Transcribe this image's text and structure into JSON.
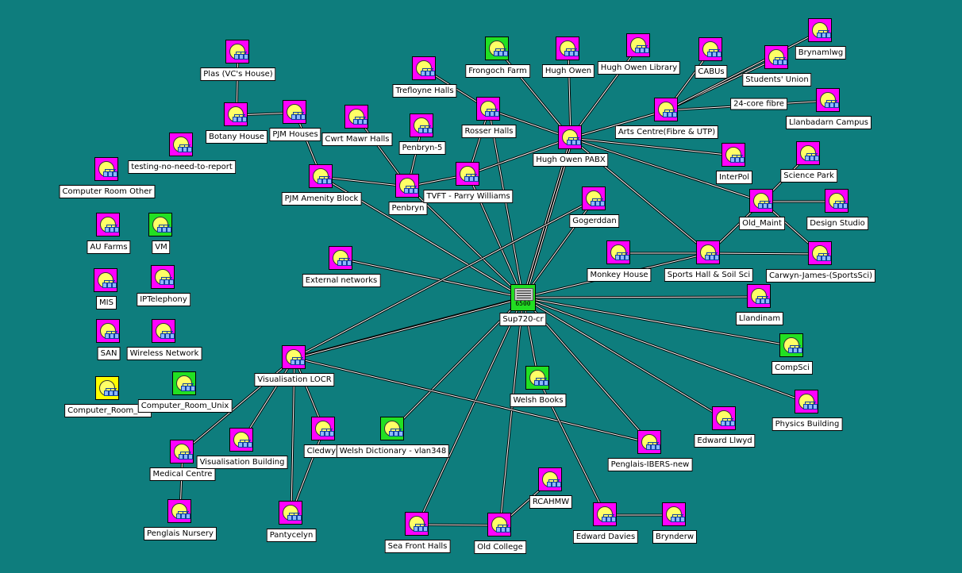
{
  "colors": {
    "background": "#0e7d7d",
    "node_magenta": "#ff00ff",
    "node_green": "#22e022",
    "node_yellow": "#ffff00",
    "link": "#ffffff"
  },
  "hub_label": "6500",
  "nodes": [
    {
      "id": "sup720",
      "label": "Sup720-cr",
      "color": "green",
      "kind": "switch"
    },
    {
      "id": "plas",
      "label": "Plas (VC's House)",
      "color": "magenta"
    },
    {
      "id": "botany",
      "label": "Botany House",
      "color": "magenta"
    },
    {
      "id": "pjmh",
      "label": "PJM Houses",
      "color": "magenta"
    },
    {
      "id": "testing",
      "label": "testing-no-need-to-report",
      "color": "magenta"
    },
    {
      "id": "cro",
      "label": "Computer Room Other",
      "color": "magenta"
    },
    {
      "id": "pjma",
      "label": "PJM Amenity Block",
      "color": "magenta"
    },
    {
      "id": "cwrt",
      "label": "Cwrt Mawr Halls",
      "color": "magenta"
    },
    {
      "id": "penbryn5",
      "label": "Penbryn-5",
      "color": "magenta"
    },
    {
      "id": "penbryn",
      "label": "Penbryn",
      "color": "magenta"
    },
    {
      "id": "trefloyne",
      "label": "Trefloyne Halls",
      "color": "magenta"
    },
    {
      "id": "frongoch",
      "label": "Frongoch Farm",
      "color": "green"
    },
    {
      "id": "rosser",
      "label": "Rosser Halls",
      "color": "magenta"
    },
    {
      "id": "tvft",
      "label": "TVFT - Parry Williams",
      "color": "magenta"
    },
    {
      "id": "hughowen",
      "label": "Hugh Owen",
      "color": "magenta"
    },
    {
      "id": "hol",
      "label": "Hugh Owen Library",
      "color": "magenta"
    },
    {
      "id": "pabx",
      "label": "Hugh Owen PABX",
      "color": "magenta"
    },
    {
      "id": "cabus",
      "label": "CABUs",
      "color": "magenta"
    },
    {
      "id": "union",
      "label": "Students' Union",
      "color": "magenta"
    },
    {
      "id": "brynamlwg",
      "label": "Brynamlwg",
      "color": "magenta"
    },
    {
      "id": "arts",
      "label": "Arts Centre(Fibre & UTP)",
      "color": "magenta"
    },
    {
      "id": "llanbadarn",
      "label": "Llanbadarn Campus",
      "color": "magenta"
    },
    {
      "id": "interpol",
      "label": "InterPol",
      "color": "magenta"
    },
    {
      "id": "science",
      "label": "Science Park",
      "color": "magenta"
    },
    {
      "id": "oldmaint",
      "label": "Old_Maint",
      "color": "magenta"
    },
    {
      "id": "design",
      "label": "Design Studio",
      "color": "magenta"
    },
    {
      "id": "gogerddan",
      "label": "Gogerddan",
      "color": "magenta"
    },
    {
      "id": "monkey",
      "label": "Monkey House",
      "color": "magenta"
    },
    {
      "id": "sports",
      "label": "Sports Hall & Soil Sci",
      "color": "magenta"
    },
    {
      "id": "carwyn",
      "label": "Carwyn-James-(SportsSci)",
      "color": "magenta"
    },
    {
      "id": "extnet",
      "label": "External networks",
      "color": "magenta"
    },
    {
      "id": "llandinam",
      "label": "Llandinam",
      "color": "magenta"
    },
    {
      "id": "compsci",
      "label": "CompSci",
      "color": "green"
    },
    {
      "id": "aufarms",
      "label": "AU Farms",
      "color": "magenta"
    },
    {
      "id": "vm",
      "label": "VM",
      "color": "green"
    },
    {
      "id": "mis",
      "label": "MIS",
      "color": "magenta"
    },
    {
      "id": "iptel",
      "label": "IPTelephony",
      "color": "magenta"
    },
    {
      "id": "san",
      "label": "SAN",
      "color": "magenta"
    },
    {
      "id": "wireless",
      "label": "Wireless Network",
      "color": "magenta"
    },
    {
      "id": "vislocr",
      "label": "Visualisation LOCR",
      "color": "magenta"
    },
    {
      "id": "crnt",
      "label": "Computer_Room_NT",
      "color": "yellow"
    },
    {
      "id": "crunix",
      "label": "Computer_Room_Unix",
      "color": "green"
    },
    {
      "id": "welshbooks",
      "label": "Welsh Books",
      "color": "green"
    },
    {
      "id": "physics",
      "label": "Physics Building",
      "color": "magenta"
    },
    {
      "id": "edllwyd",
      "label": "Edward Llwyd",
      "color": "magenta"
    },
    {
      "id": "medical",
      "label": "Medical Centre",
      "color": "magenta"
    },
    {
      "id": "visbuild",
      "label": "Visualisation Building",
      "color": "magenta"
    },
    {
      "id": "cledwyn",
      "label": "Cledwyn",
      "color": "magenta"
    },
    {
      "id": "welshdict",
      "label": "Welsh Dictionary - vlan348",
      "color": "green"
    },
    {
      "id": "iberes",
      "label": "Penglais-IBERS-new",
      "color": "magenta"
    },
    {
      "id": "nursery",
      "label": "Penglais Nursery",
      "color": "magenta"
    },
    {
      "id": "pantycelyn",
      "label": "Pantycelyn",
      "color": "magenta"
    },
    {
      "id": "rcahmw",
      "label": "RCAHMW",
      "color": "magenta"
    },
    {
      "id": "seafront",
      "label": "Sea Front Halls",
      "color": "magenta"
    },
    {
      "id": "oldcollege",
      "label": "Old College",
      "color": "magenta"
    },
    {
      "id": "edavies",
      "label": "Edward Davies",
      "color": "magenta"
    },
    {
      "id": "brynderw",
      "label": "Brynderw",
      "color": "magenta"
    }
  ],
  "free_labels": [
    {
      "id": "fibre24",
      "text": "24-core fibre"
    }
  ],
  "links": [
    [
      "sup720",
      "pabx"
    ],
    [
      "sup720",
      "pabx"
    ],
    [
      "sup720",
      "tvft"
    ],
    [
      "sup720",
      "penbryn"
    ],
    [
      "sup720",
      "rosser"
    ],
    [
      "sup720",
      "pjma"
    ],
    [
      "sup720",
      "gogerddan"
    ],
    [
      "sup720",
      "extnet"
    ],
    [
      "sup720",
      "vislocr"
    ],
    [
      "sup720",
      "vislocr"
    ],
    [
      "sup720",
      "sports"
    ],
    [
      "sup720",
      "llandinam"
    ],
    [
      "sup720",
      "compsci"
    ],
    [
      "sup720",
      "physics"
    ],
    [
      "sup720",
      "edllwyd"
    ],
    [
      "sup720",
      "iberes"
    ],
    [
      "sup720",
      "welshbooks"
    ],
    [
      "sup720",
      "oldcollege"
    ],
    [
      "sup720",
      "seafront"
    ],
    [
      "sup720",
      "welshdict"
    ],
    [
      "plas",
      "botany"
    ],
    [
      "botany",
      "pjmh"
    ],
    [
      "pjmh",
      "pjma"
    ],
    [
      "pjma",
      "penbryn"
    ],
    [
      "cwrt",
      "penbryn"
    ],
    [
      "penbryn5",
      "penbryn"
    ],
    [
      "penbryn",
      "tvft"
    ],
    [
      "rosser",
      "tvft"
    ],
    [
      "trefloyne",
      "rosser"
    ],
    [
      "rosser",
      "pabx"
    ],
    [
      "frongoch",
      "pabx"
    ],
    [
      "hughowen",
      "pabx"
    ],
    [
      "hol",
      "pabx"
    ],
    [
      "tvft",
      "pabx"
    ],
    [
      "pabx",
      "arts"
    ],
    [
      "arts",
      "cabus"
    ],
    [
      "arts",
      "union"
    ],
    [
      "arts",
      "brynamlwg"
    ],
    [
      "arts",
      "llanbadarn"
    ],
    [
      "pabx",
      "interpol"
    ],
    [
      "pabx",
      "oldmaint"
    ],
    [
      "pabx",
      "sports"
    ],
    [
      "oldmaint",
      "science"
    ],
    [
      "oldmaint",
      "design"
    ],
    [
      "oldmaint",
      "sports"
    ],
    [
      "oldmaint",
      "carwyn"
    ],
    [
      "monkey",
      "sports"
    ],
    [
      "sports",
      "carwyn"
    ],
    [
      "gogerddan",
      "vislocr"
    ],
    [
      "vislocr",
      "iberes"
    ],
    [
      "vislocr",
      "medical"
    ],
    [
      "vislocr",
      "visbuild"
    ],
    [
      "vislocr",
      "cledwyn"
    ],
    [
      "vislocr",
      "pantycelyn"
    ],
    [
      "medical",
      "nursery"
    ],
    [
      "cledwyn",
      "pantycelyn"
    ],
    [
      "seafront",
      "oldcollege"
    ],
    [
      "oldcollege",
      "rcahmw"
    ],
    [
      "welshbooks",
      "edavies"
    ],
    [
      "edavies",
      "brynderw"
    ]
  ]
}
